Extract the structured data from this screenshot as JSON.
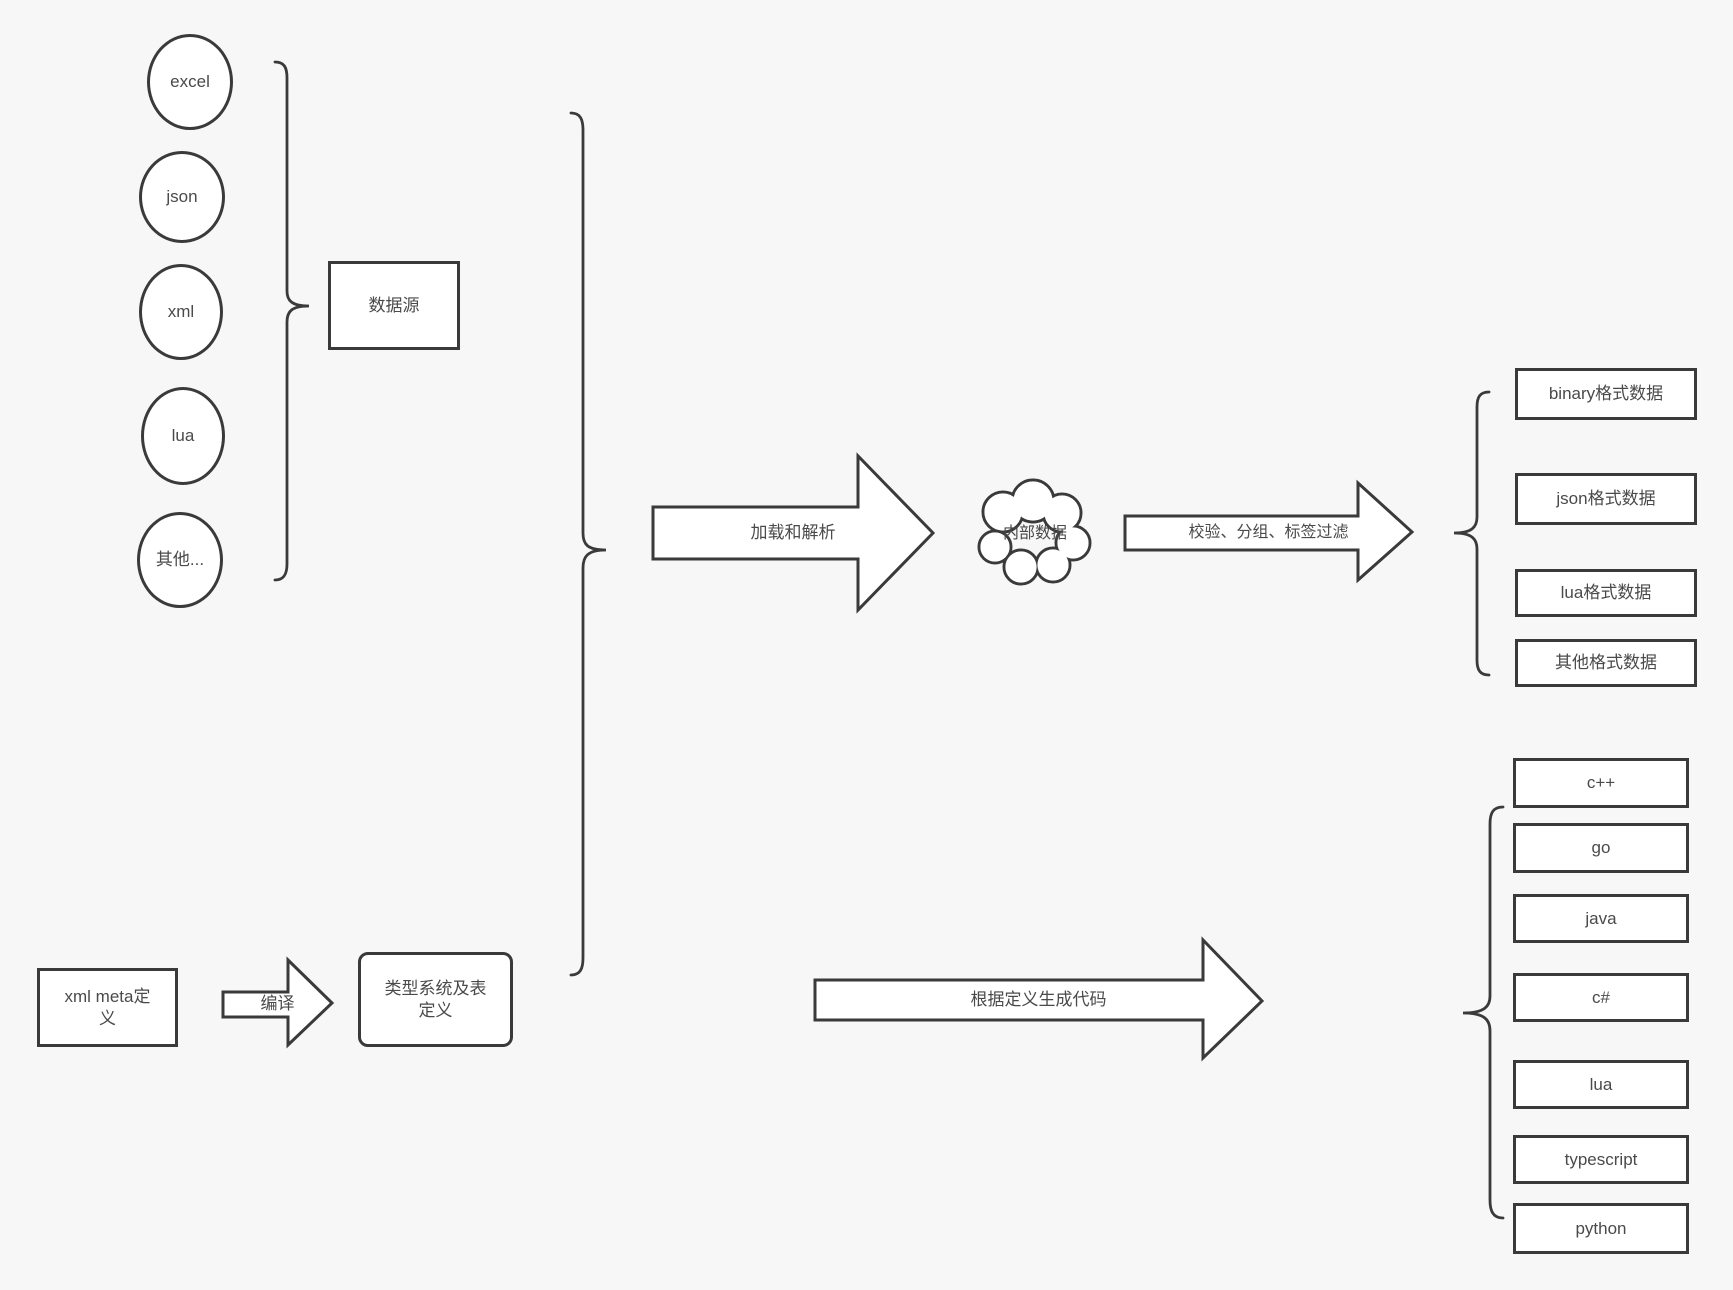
{
  "colors": {
    "background": "#f7f7f7",
    "stroke": "#3a3a3a",
    "shape_fill": "#ffffff",
    "text": "#4a4a4a"
  },
  "sources": {
    "items": [
      "excel",
      "json",
      "xml",
      "lua",
      "其他..."
    ],
    "group_label": "数据源"
  },
  "flow": {
    "load_arrow": "加载和解析",
    "internal_data": "内部数据",
    "filter_arrow": "校验、分组、标签过滤"
  },
  "formats": [
    "binary格式数据",
    "json格式数据",
    "lua格式数据",
    "其他格式数据"
  ],
  "definition": {
    "xml_meta": "xml meta定\n义",
    "compile_arrow": "编译",
    "type_system": "类型系统及表\n定义",
    "generate_arrow": "根据定义生成代码"
  },
  "languages": [
    "c++",
    "go",
    "java",
    "c#",
    "lua",
    "typescript",
    "python"
  ]
}
